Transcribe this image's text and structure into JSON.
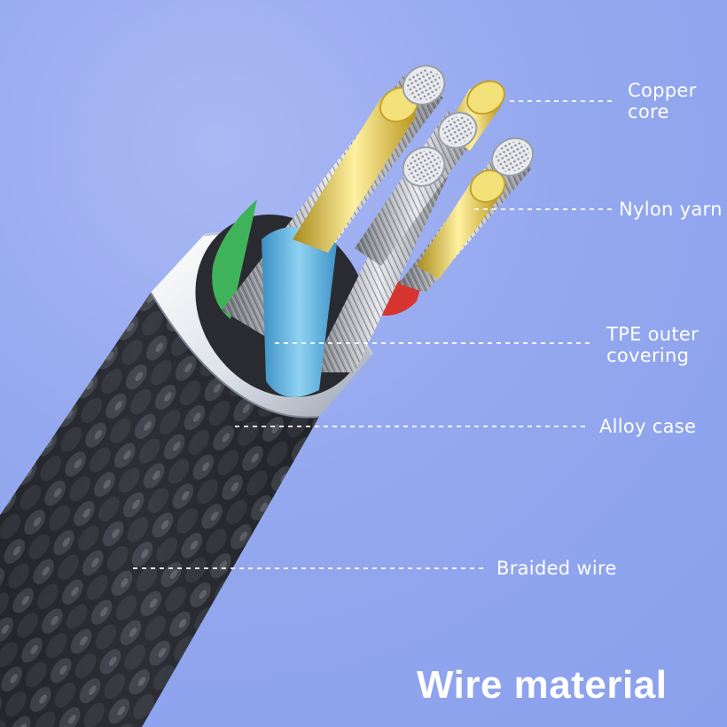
{
  "title": "Wire material",
  "callouts": [
    {
      "id": "copper-core",
      "text": "Copper\ncore"
    },
    {
      "id": "nylon-yarn",
      "text": "Nylon yarn"
    },
    {
      "id": "tpe-outer-covering",
      "text": "TPE outer\ncovering"
    },
    {
      "id": "alloy-case",
      "text": "Alloy case"
    },
    {
      "id": "braided-wire",
      "text": "Braided wire"
    }
  ],
  "colors": {
    "background": "#94a8ef",
    "braid": "#2b2d33",
    "alloy_case": "#e9edf2",
    "tpe_blue": "#5fb8e4",
    "copper_gold": "#e6cf5a",
    "insulation_green": "#3fb35a",
    "insulation_red": "#d6362f",
    "label_white": "#ffffff"
  }
}
